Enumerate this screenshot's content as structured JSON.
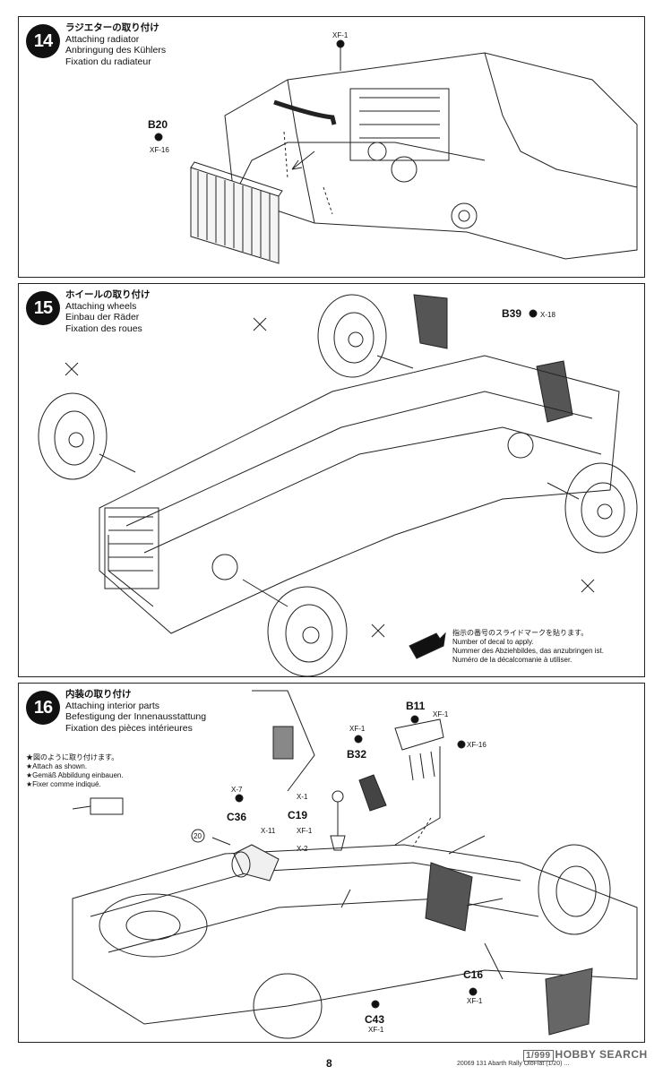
{
  "steps": [
    {
      "number": "14",
      "title_jp": "ラジエターの取り付け",
      "title_en": "Attaching radiator",
      "title_de": "Anbringung des Kühlers",
      "title_fr": "Fixation du radiateur",
      "parts": [
        {
          "label": "B20",
          "code": "XF-16"
        }
      ],
      "paint_codes": [
        "XF-1"
      ]
    },
    {
      "number": "15",
      "title_jp": "ホイールの取り付け",
      "title_en": "Attaching wheels",
      "title_de": "Einbau der Räder",
      "title_fr": "Fixation des roues",
      "parts": [
        {
          "label": "B39",
          "code": "X-18"
        }
      ],
      "decal_note": {
        "jp": "指示の番号のスライドマークを貼ります。",
        "en": "Number of decal to apply.",
        "de": "Nummer des Abziehbildes, das anzubringen ist.",
        "fr": "Numéro de la décalcomanie à utiliser."
      }
    },
    {
      "number": "16",
      "title_jp": "内装の取り付け",
      "title_en": "Attaching interior parts",
      "title_de": "Befestigung der Innenausstattung",
      "title_fr": "Fixation des pièces intérieures",
      "attach_note": {
        "jp": "★図のように取り付けます。",
        "en": "★Attach as shown.",
        "de": "★Gemäß Abbildung einbauen.",
        "fr": "★Fixer comme indiqué."
      },
      "parts": [
        {
          "label": "B11",
          "code": "XF-1"
        },
        {
          "label": "B32",
          "code": "XF-1"
        },
        {
          "label": "C36",
          "code": "X-7"
        },
        {
          "label": "C19",
          "code": "X-1"
        },
        {
          "label": "C16",
          "code": "XF-1"
        },
        {
          "label": "C43",
          "code": "XF-1"
        }
      ],
      "extra_codes": {
        "b11_side": "XF-16",
        "c36_side": "X-11",
        "c19_side": "XF-1",
        "c19_below": "X-2"
      },
      "decal_number": "20"
    }
  ],
  "footer": {
    "page_number": "8",
    "product_info": "20069  131 Abarth Rally OloFiat (1/20) ...",
    "watermark_box": "1/999",
    "watermark_text": "HOBBY SEARCH"
  }
}
